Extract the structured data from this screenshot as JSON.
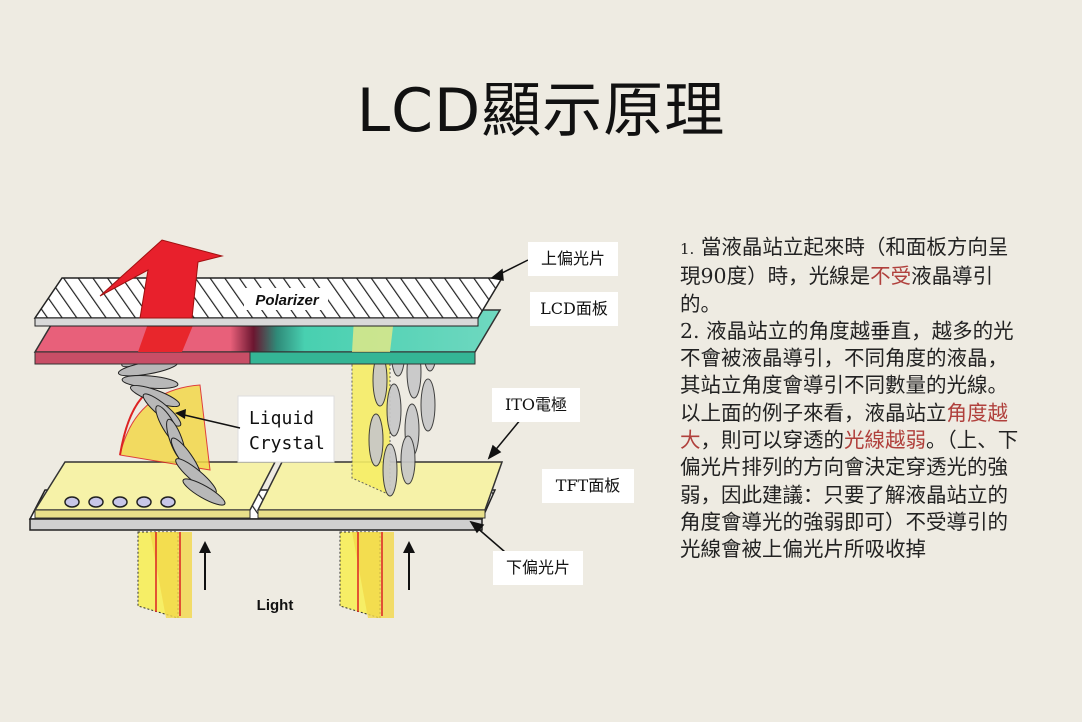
{
  "title": "LCD顯示原理",
  "diagram": {
    "polarizer_label": "Polarizer",
    "liquid_crystal_label_line1": "Liquid",
    "liquid_crystal_label_line2": "Crystal",
    "light_label": "Light",
    "callouts": {
      "upper_polarizer": "上偏光片",
      "lcd_panel": "LCD面板",
      "ito_electrode": "ITO電極",
      "tft_panel": "TFT面板",
      "lower_polarizer": "下偏光片"
    },
    "colors": {
      "red_arrow": "#e0202c",
      "pink_glass": "#e86a80",
      "teal_glass": "#3ec8a8",
      "yellow_panel": "#f6f2a8",
      "highlight_text": "#b0403c"
    }
  },
  "description": {
    "p1_num": "1.",
    "p1_a": "當液晶站立起來時（和面板方向呈現90度）時，光線是",
    "p1_hl": "不受",
    "p1_b": "液晶導引的。",
    "p2_a": "2. 液晶站立的角度越垂直，越多的光不會被液晶導引，不同角度的液晶，其站立角度會導引不同數量的光線。以上面的例子來看，液晶站立",
    "p2_hl1": "角度越大",
    "p2_b": "，則可以穿透的",
    "p2_hl2": "光線越弱",
    "p2_c": "。（上、下偏光片排列的方向會決定穿透光的強弱，因此建議：只要了解液晶站立的角度會導光的強弱即可）不受導引的光線會被上偏光片所吸收掉"
  }
}
